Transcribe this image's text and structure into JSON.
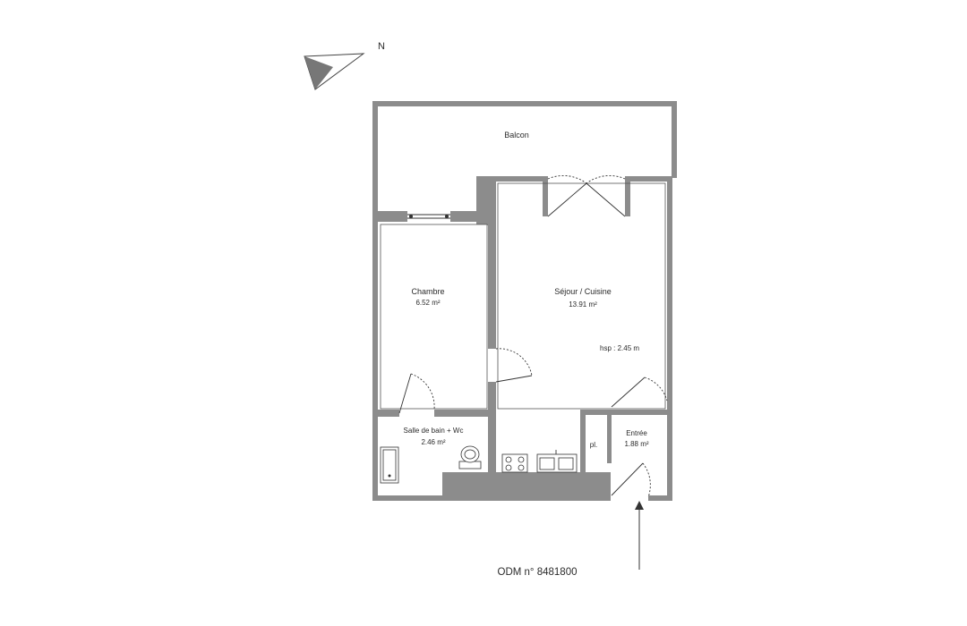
{
  "compass": {
    "label": "N",
    "icon": "north-arrow-icon"
  },
  "rooms": {
    "balcon": {
      "name": "Balcon"
    },
    "chambre": {
      "name": "Chambre",
      "area": "6.52 m²"
    },
    "sejour": {
      "name": "Séjour / Cuisine",
      "area": "13.91 m²",
      "ceiling": "hsp : 2.45 m"
    },
    "sdb": {
      "name": "Salle de bain + Wc",
      "area": "2.46 m²"
    },
    "placard": {
      "name": "pl."
    },
    "entree": {
      "name": "Entrée",
      "area": "1.88 m²"
    }
  },
  "reference": "ODM n° 8481800",
  "colors": {
    "wall": "#8c8c8c",
    "line": "#333333",
    "text": "#2b2b2b"
  }
}
